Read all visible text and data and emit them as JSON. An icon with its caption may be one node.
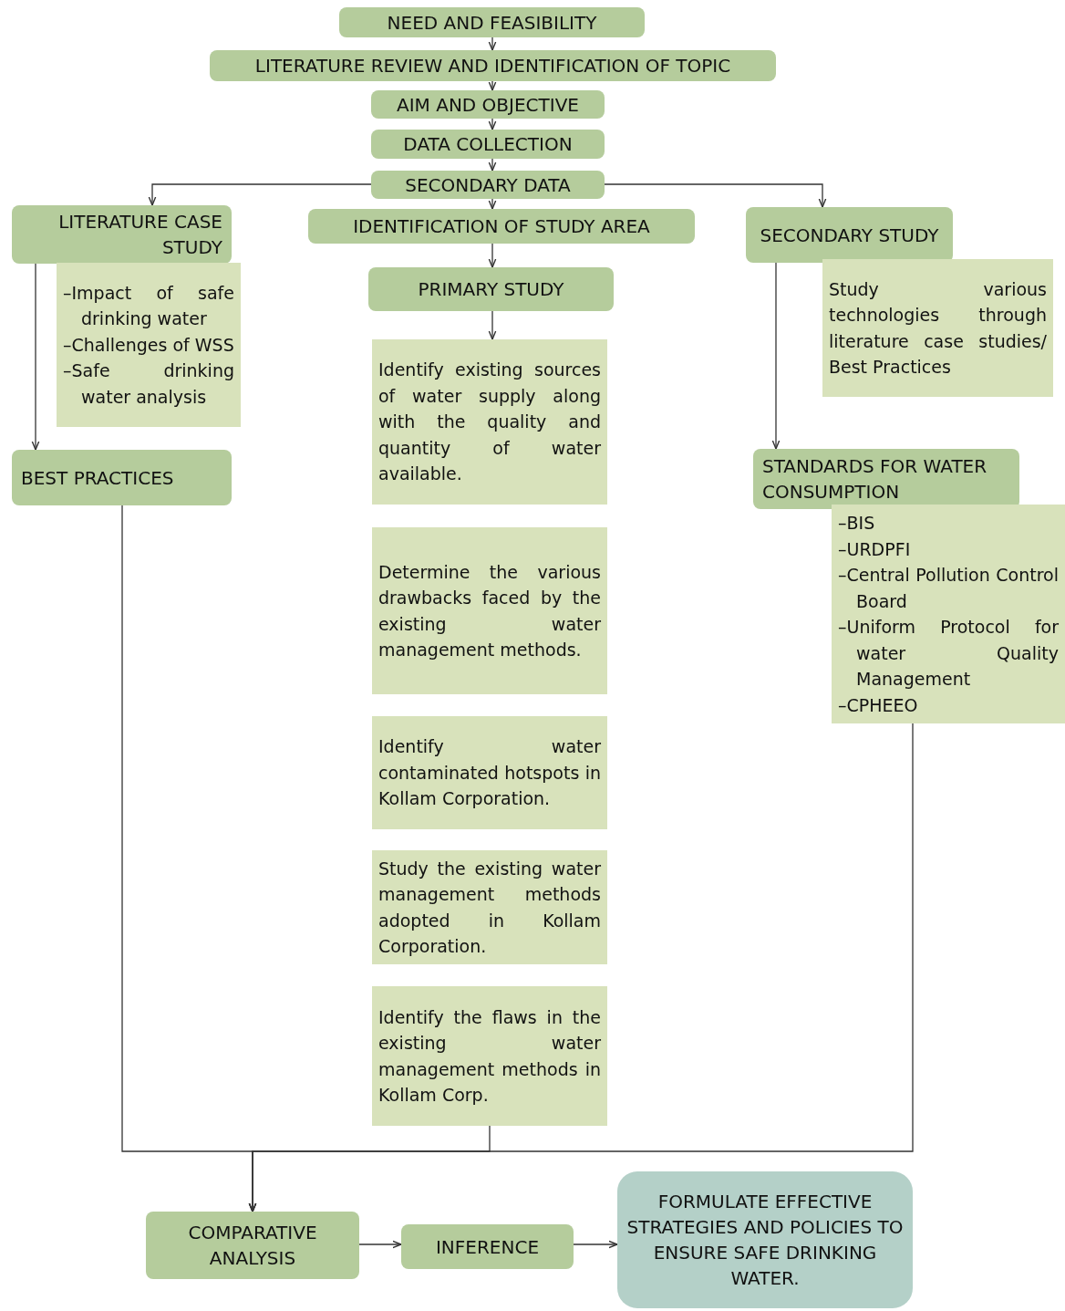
{
  "diagram": {
    "nodes": [
      {
        "text": [
          "NEED AND FEASIBILITY"
        ]
      },
      {
        "text": [
          "LITERATURE REVIEW AND IDENTIFICATION OF TOPIC"
        ]
      },
      {
        "text": [
          "AIM AND OBJECTIVE"
        ]
      },
      {
        "text": [
          "DATA COLLECTION"
        ]
      },
      {
        "text": [
          "SECONDARY DATA"
        ]
      },
      {
        "text": [
          "LITERATURE CASE STUDY"
        ]
      },
      {
        "text": [
          "IDENTIFICATION OF STUDY AREA"
        ]
      },
      {
        "text": [
          "SECONDARY STUDY"
        ]
      },
      {
        "text": [
          "–Impact of safe drinking water",
          "–Challenges of WSS",
          "–Safe drinking water analysis"
        ]
      },
      {
        "text": [
          "PRIMARY STUDY"
        ]
      },
      {
        "text": [
          "Study various technologies through literature case studies/ Best Practices"
        ]
      },
      {
        "text": [
          "Identify existing sources of water supply along with the quality and quantity of water available."
        ]
      },
      {
        "text": [
          "BEST PRACTICES"
        ]
      },
      {
        "text": [
          "STANDARDS FOR WATER CONSUMPTION"
        ]
      },
      {
        "text": [
          "–BIS",
          "–URDPFI",
          "–Central Pollution Control Board",
          "–Uniform Protocol for water Quality Management",
          "–CPHEEO"
        ]
      },
      {
        "text": [
          "Determine the various drawbacks faced by the existing water management methods."
        ]
      },
      {
        "text": [
          "Identify water contaminated hotspots in Kollam Corporation."
        ]
      },
      {
        "text": [
          "Study the existing water management methods adopted in Kollam Corporation."
        ]
      },
      {
        "text": [
          "Identify the flaws in the existing water management methods in Kollam Corp."
        ]
      },
      {
        "text": [
          "COMPARATIVE ANALYSIS"
        ]
      },
      {
        "text": [
          "INFERENCE"
        ]
      },
      {
        "text": [
          "FORMULATE EFFECTIVE STRATEGIES AND POLICIES TO ENSURE SAFE DRINKING WATER."
        ]
      }
    ],
    "edges": [
      {
        "from": 0,
        "to": 1,
        "arrow": "to"
      },
      {
        "from": 1,
        "to": 2,
        "arrow": "to"
      },
      {
        "from": 2,
        "to": 3,
        "arrow": "to"
      },
      {
        "from": 3,
        "to": 4,
        "arrow": "to"
      },
      {
        "from": 4,
        "to": 5,
        "arrow": "to"
      },
      {
        "from": 4,
        "to": 6,
        "arrow": "to"
      },
      {
        "from": 4,
        "to": 7,
        "arrow": "to"
      },
      {
        "from": 6,
        "to": 9,
        "arrow": "to"
      },
      {
        "from": 9,
        "to": 11,
        "arrow": "to"
      },
      {
        "from": 5,
        "to": 12,
        "arrow": "to"
      },
      {
        "from": 7,
        "to": 13,
        "arrow": "to"
      },
      {
        "from": 12,
        "to": 19,
        "arrow": "to"
      },
      {
        "from": 18,
        "to": 19,
        "arrow": "to"
      },
      {
        "from": 14,
        "to": 19,
        "arrow": "to"
      },
      {
        "from": 19,
        "to": 20,
        "arrow": "to"
      },
      {
        "from": 20,
        "to": 21,
        "arrow": "to"
      }
    ]
  }
}
